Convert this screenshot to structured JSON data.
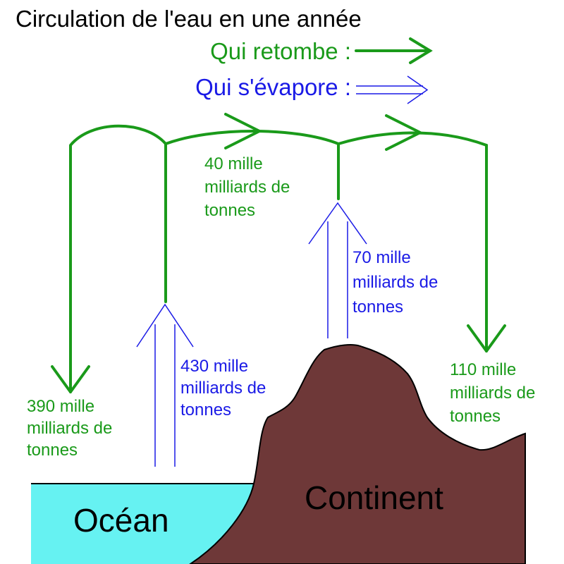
{
  "title": "Circulation de l'eau en une année",
  "legend": {
    "falls": "Qui retombe :",
    "evaporates": "Qui s'évapore :"
  },
  "flows": {
    "ocean_precipitation": [
      "390 mille",
      "milliards de",
      "tonnes"
    ],
    "ocean_evaporation": [
      "430 mille",
      "milliards de",
      "tonnes"
    ],
    "transfer_to_land": [
      "40 mille",
      "milliards de",
      "tonnes"
    ],
    "land_evaporation": [
      "70 mille",
      "milliards de",
      "tonnes"
    ],
    "land_precipitation": [
      "110 mille",
      "milliards de",
      "tonnes"
    ]
  },
  "zones": {
    "ocean": "Océan",
    "continent": "Continent"
  },
  "colors": {
    "falls": "#1a9a1a",
    "evaporates": "#1a1ae6",
    "ocean": "#66f2f2",
    "continent": "#6e3838"
  }
}
